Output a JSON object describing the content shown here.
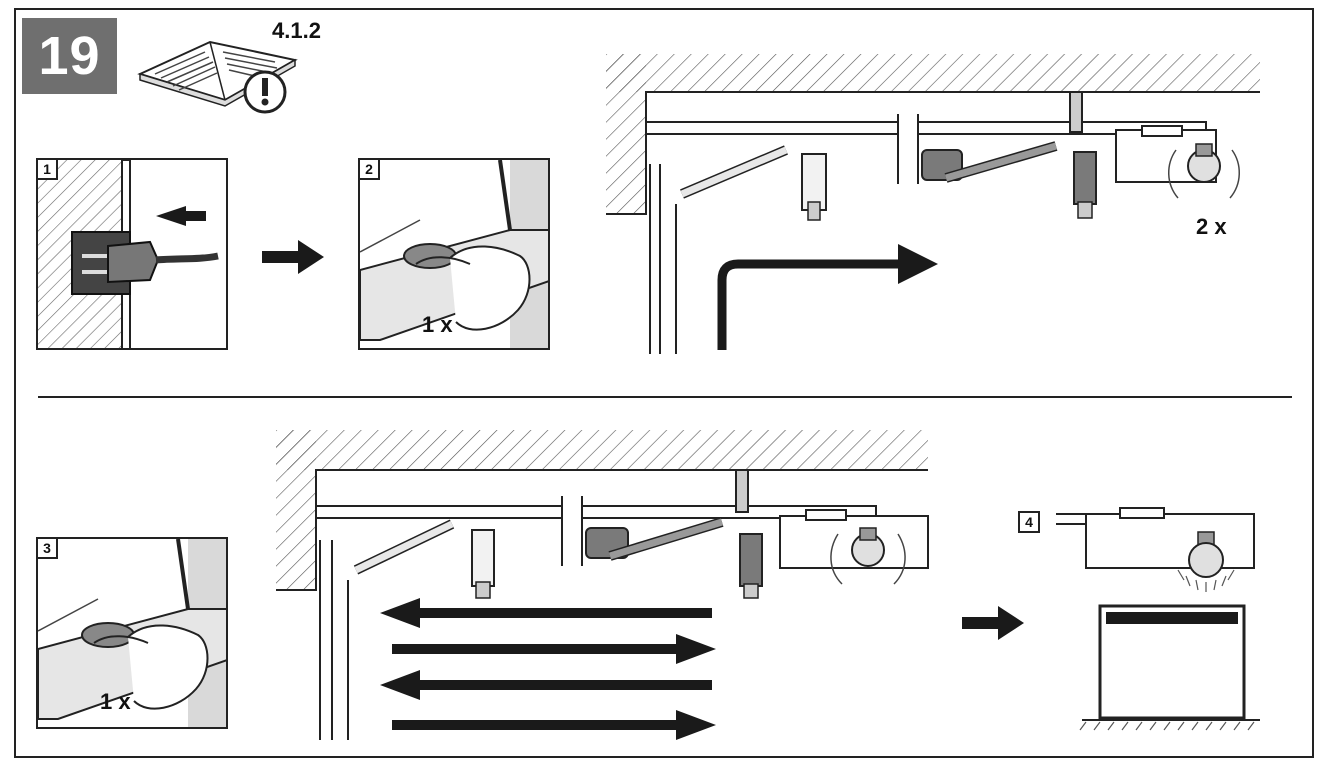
{
  "step_number": "19",
  "manual_reference": "4.1.2",
  "panels": {
    "p1": {
      "number": "1"
    },
    "p2": {
      "number": "2",
      "press_count": "1 x"
    },
    "p3": {
      "number": "3",
      "press_count": "1 x"
    },
    "p4": {
      "number": "4"
    }
  },
  "flash_count": "2 x",
  "colors": {
    "badge": "#6f6f6f",
    "arrow": "#1a1a1a",
    "motor_dark": "#7a7a7a",
    "panel_grey": "#d9d9d9"
  }
}
